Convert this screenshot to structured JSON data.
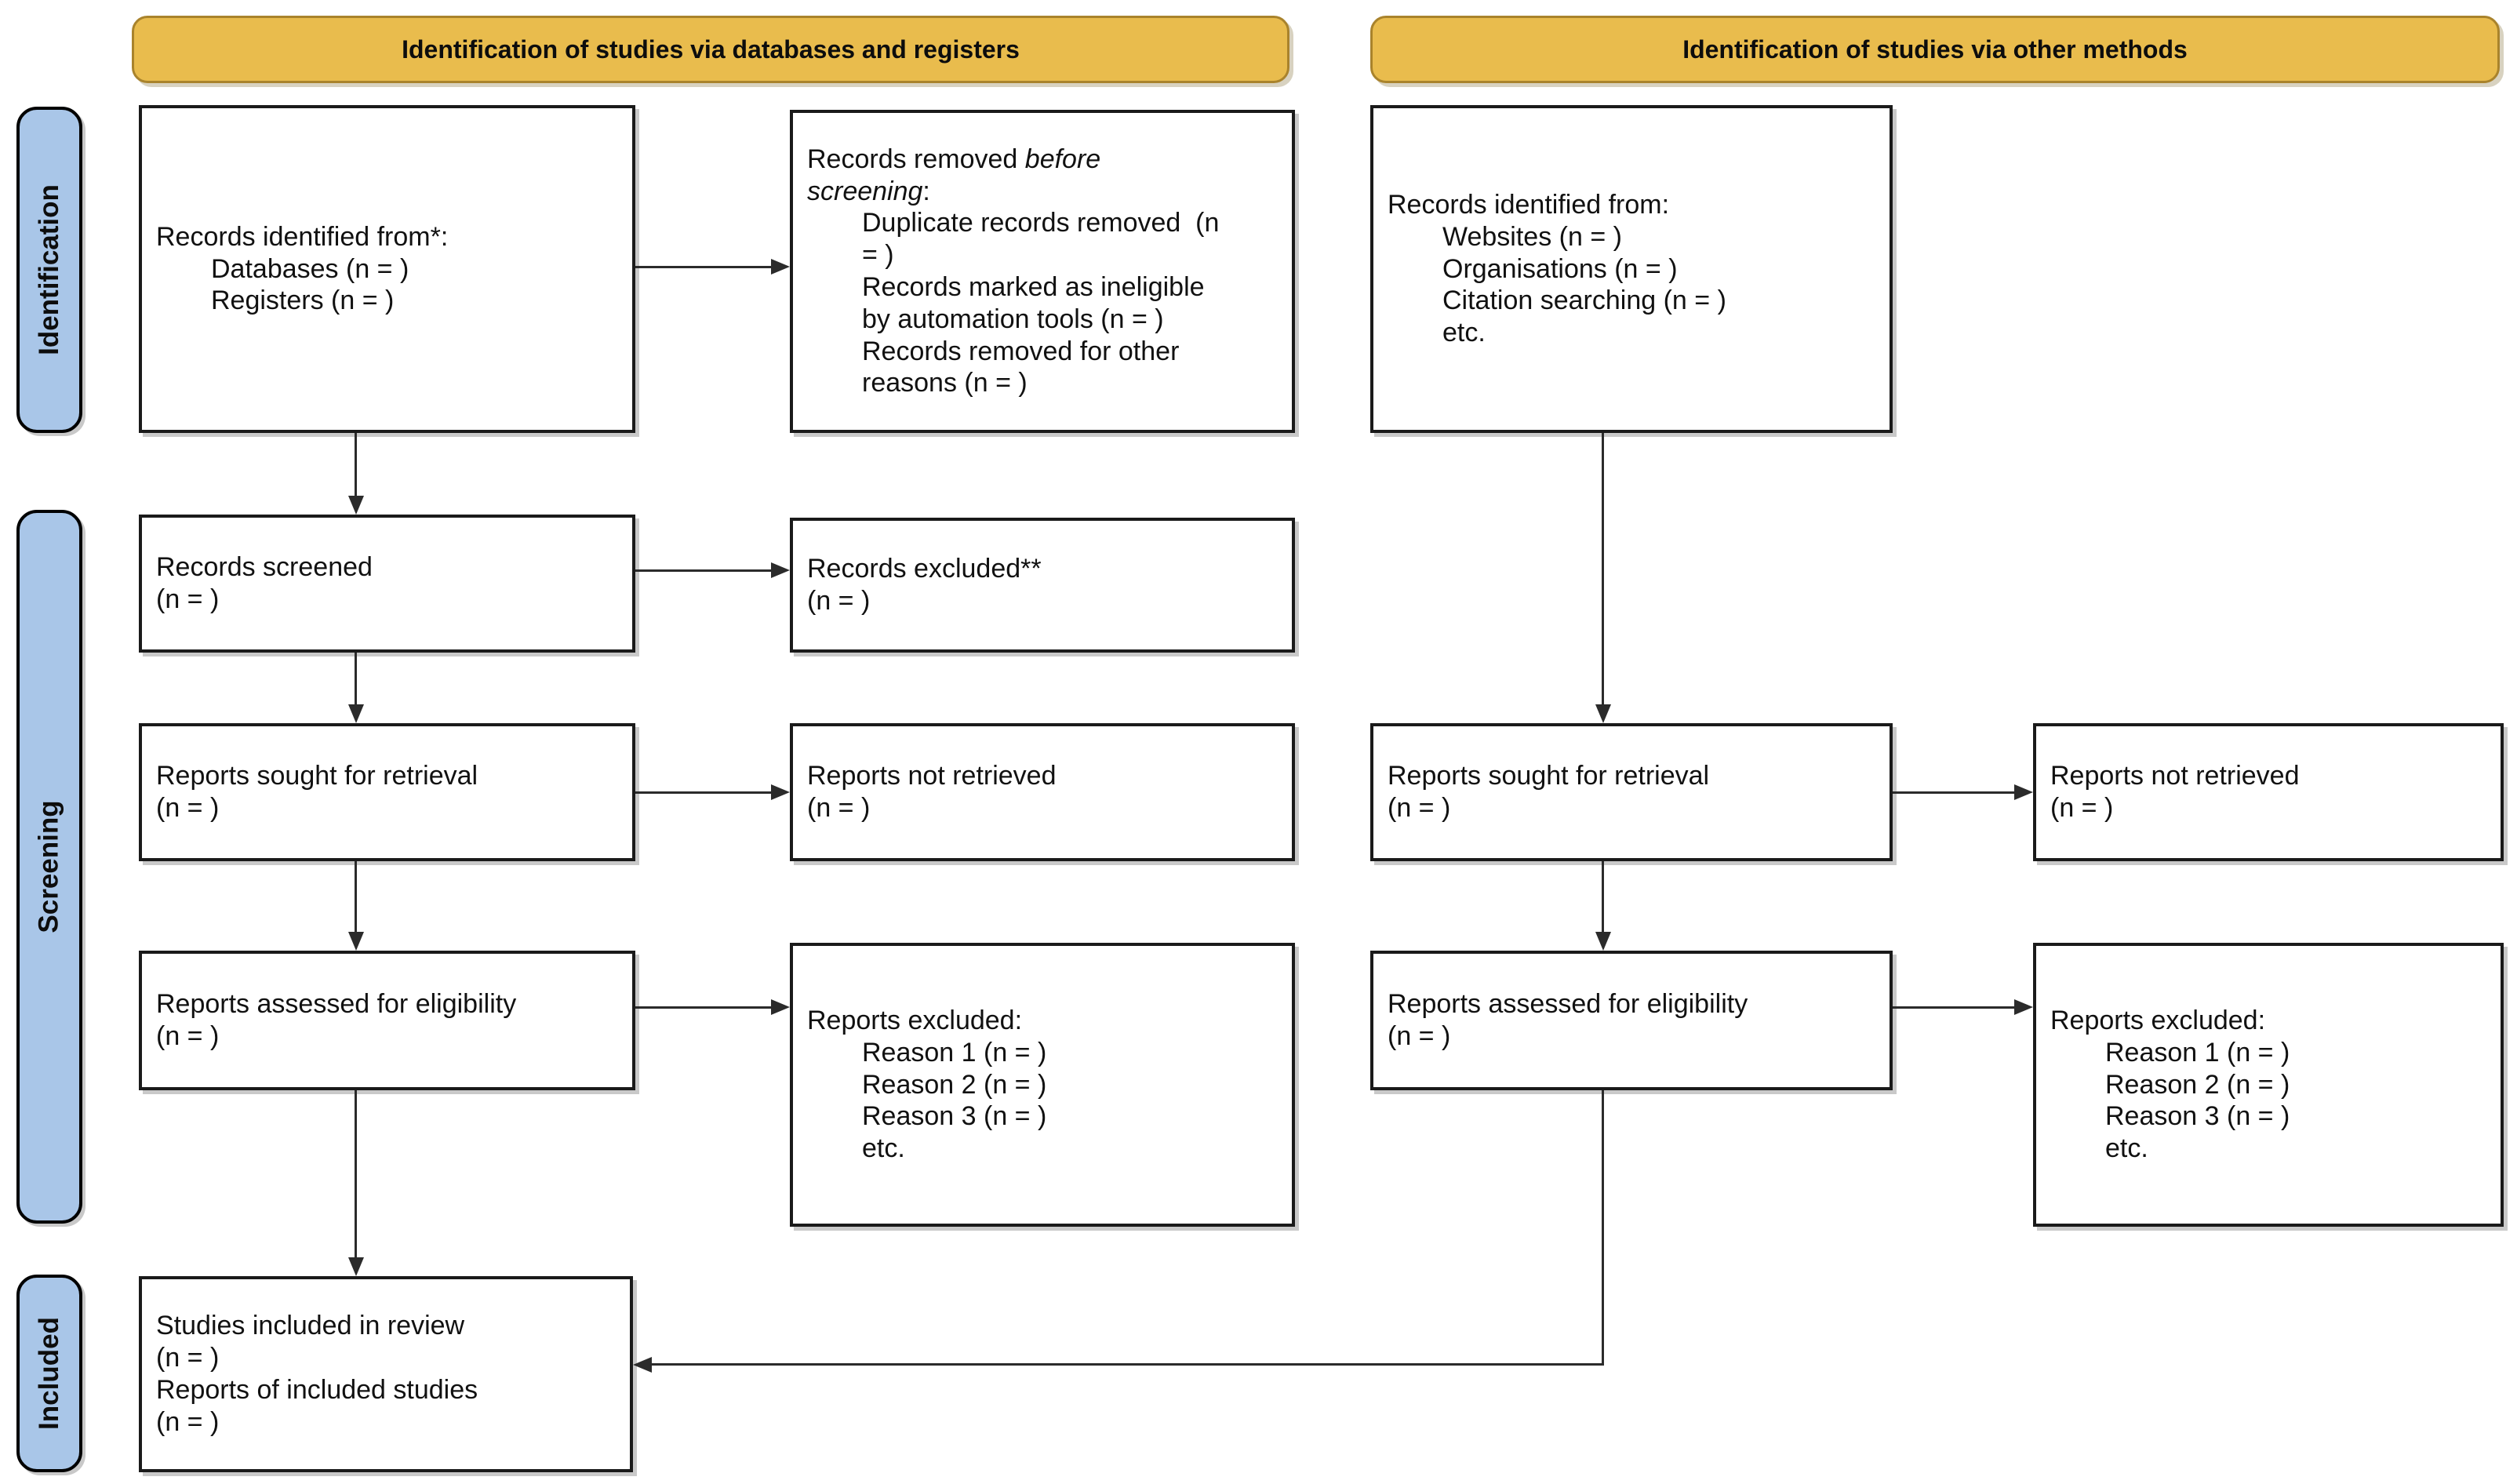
{
  "banners": {
    "left": "Identification of studies via databases and registers",
    "right": "Identification of studies via other methods"
  },
  "stage_labels": {
    "identification": "Identification",
    "screening": "Screening",
    "included": "Included"
  },
  "boxes": {
    "records_identified_databases": {
      "lines": [
        {
          "pre": "Records identified from*:"
        },
        {
          "pre": "Databases (n = )",
          "ind": 1
        },
        {
          "pre": "Registers (n = )",
          "ind": 1
        }
      ]
    },
    "records_removed": {
      "lines": [
        {
          "pre": "Records removed ",
          "it": "before"
        },
        {
          "it": "screening",
          "post": ":"
        },
        {
          "pre": "Duplicate records removed  (n",
          "ind": 1
        },
        {
          "pre": "= )",
          "ind": 1
        },
        {
          "pre": "Records marked as ineligible",
          "ind": 1
        },
        {
          "pre": "by automation tools (n = )",
          "ind": 1
        },
        {
          "pre": "Records removed for other",
          "ind": 1
        },
        {
          "pre": "reasons (n = )",
          "ind": 1
        }
      ]
    },
    "records_identified_other": {
      "lines": [
        {
          "pre": "Records identified from:"
        },
        {
          "pre": "Websites (n = )",
          "ind": 1
        },
        {
          "pre": "Organisations (n = )",
          "ind": 1
        },
        {
          "pre": "Citation searching (n = )",
          "ind": 1
        },
        {
          "pre": "etc.",
          "ind": 1
        }
      ]
    },
    "records_screened": {
      "lines": [
        {
          "pre": "Records screened"
        },
        {
          "pre": "(n = )"
        }
      ]
    },
    "records_excluded": {
      "lines": [
        {
          "pre": "Records excluded**"
        },
        {
          "pre": "(n = )"
        }
      ]
    },
    "reports_sought_db": {
      "lines": [
        {
          "pre": "Reports sought for retrieval"
        },
        {
          "pre": "(n = )"
        }
      ]
    },
    "reports_not_retrieved_db": {
      "lines": [
        {
          "pre": "Reports not retrieved"
        },
        {
          "pre": "(n = )"
        }
      ]
    },
    "reports_sought_other": {
      "lines": [
        {
          "pre": "Reports sought for retrieval"
        },
        {
          "pre": "(n = )"
        }
      ]
    },
    "reports_not_retrieved_other": {
      "lines": [
        {
          "pre": "Reports not retrieved"
        },
        {
          "pre": "(n = )"
        }
      ]
    },
    "reports_assessed_db": {
      "lines": [
        {
          "pre": "Reports assessed for eligibility"
        },
        {
          "pre": "(n = )"
        }
      ]
    },
    "reports_excluded_db": {
      "lines": [
        {
          "pre": "Reports excluded:"
        },
        {
          "pre": "Reason 1 (n = )",
          "ind": 1
        },
        {
          "pre": "Reason 2 (n = )",
          "ind": 1
        },
        {
          "pre": "Reason 3 (n = )",
          "ind": 1
        },
        {
          "pre": "etc.",
          "ind": 1
        }
      ]
    },
    "reports_assessed_other": {
      "lines": [
        {
          "pre": "Reports assessed for eligibility"
        },
        {
          "pre": "(n = )"
        }
      ]
    },
    "reports_excluded_other": {
      "lines": [
        {
          "pre": "Reports excluded:"
        },
        {
          "pre": "Reason 1 (n = )",
          "ind": 1
        },
        {
          "pre": "Reason 2 (n = )",
          "ind": 1
        },
        {
          "pre": "Reason 3 (n = )",
          "ind": 1
        },
        {
          "pre": "etc.",
          "ind": 1
        }
      ]
    },
    "studies_included": {
      "lines": [
        {
          "pre": "Studies included in review"
        },
        {
          "pre": "(n = )"
        },
        {
          "pre": "Reports of included studies"
        },
        {
          "pre": "(n = )"
        }
      ]
    }
  },
  "colors": {
    "banner_fill": "#E9BC4D",
    "banner_border": "#A9832C",
    "stage_fill": "#A9C6E8",
    "stage_border": "#000000",
    "box_fill": "#FFFFFF",
    "box_border": "#1A1A1A",
    "arrow": "#2B2B2B",
    "shadow": "#C9C9C9"
  }
}
